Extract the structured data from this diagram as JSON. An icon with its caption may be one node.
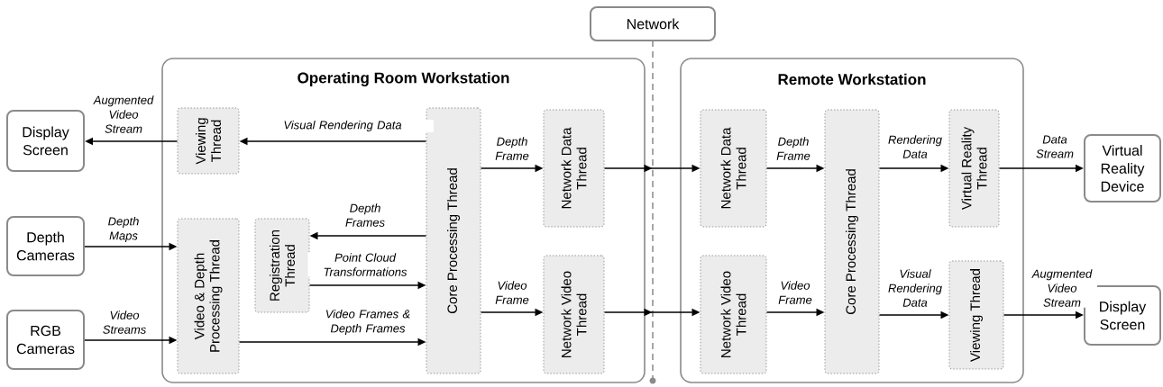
{
  "diagram": {
    "nodes": [
      {
        "text": [
          "Operating Room Workstation"
        ]
      },
      {
        "text": [
          "Viewing Thread"
        ],
        "in": 0
      },
      {
        "text": [
          "Video & Depth Processing Thread"
        ],
        "in": 0
      },
      {
        "text": [
          "Registration Thread"
        ],
        "in": 0
      },
      {
        "text": [
          "Core Processing Thread"
        ],
        "in": 0
      },
      {
        "text": [
          "Network Data Thread"
        ],
        "in": 0
      },
      {
        "text": [
          "Network Video Thread"
        ],
        "in": 0
      },
      {
        "text": [
          "Remote Workstation"
        ]
      },
      {
        "text": [
          "Network Data Thread"
        ],
        "in": 7
      },
      {
        "text": [
          "Network Video Thread"
        ],
        "in": 7
      },
      {
        "text": [
          "Core Processing Thread"
        ],
        "in": 7
      },
      {
        "text": [
          "Virtual Reality Thread"
        ],
        "in": 7
      },
      {
        "text": [
          "Viewing Thread"
        ],
        "in": 7
      },
      {
        "text": [
          "Display Screen"
        ]
      },
      {
        "text": [
          "Depth Cameras"
        ]
      },
      {
        "text": [
          "RGB Cameras"
        ]
      },
      {
        "text": [
          "Network"
        ]
      },
      {
        "text": [
          "Virtual Reality Device"
        ]
      },
      {
        "text": [
          "Display Screen"
        ]
      }
    ],
    "edges": [
      {
        "from": 4,
        "to": 1,
        "arrow": "to",
        "label": "Visual Rendering Data"
      },
      {
        "from": 1,
        "to": 13,
        "arrow": "to",
        "label": "Augmented Video Stream"
      },
      {
        "from": 14,
        "to": 2,
        "arrow": "to",
        "label": "Depth Maps"
      },
      {
        "from": 15,
        "to": 2,
        "arrow": "to",
        "label": "Video Streams"
      },
      {
        "from": 4,
        "to": 3,
        "arrow": "to",
        "label": "Depth Frames"
      },
      {
        "from": 3,
        "to": 4,
        "arrow": "to",
        "label": "Point Cloud Transformations"
      },
      {
        "from": 2,
        "to": 4,
        "arrow": "to",
        "label": "Video Frames & Depth Frames"
      },
      {
        "from": 4,
        "to": 5,
        "arrow": "to",
        "label": "Depth Frame"
      },
      {
        "from": 4,
        "to": 6,
        "arrow": "to",
        "label": "Video Frame"
      },
      {
        "from": 5,
        "to": 8,
        "arrow": "to"
      },
      {
        "from": 6,
        "to": 9,
        "arrow": "to"
      },
      {
        "from": 8,
        "to": 10,
        "arrow": "to",
        "label": "Depth Frame"
      },
      {
        "from": 9,
        "to": 10,
        "arrow": "to",
        "label": "Video Frame"
      },
      {
        "from": 10,
        "to": 11,
        "arrow": "to",
        "label": "Rendering Data"
      },
      {
        "from": 10,
        "to": 12,
        "arrow": "to",
        "label": "Visual Rendering Data"
      },
      {
        "from": 11,
        "to": 17,
        "arrow": "to",
        "label": "Data Stream"
      },
      {
        "from": 12,
        "to": 18,
        "arrow": "to",
        "label": "Augmented Video Stream"
      }
    ]
  }
}
